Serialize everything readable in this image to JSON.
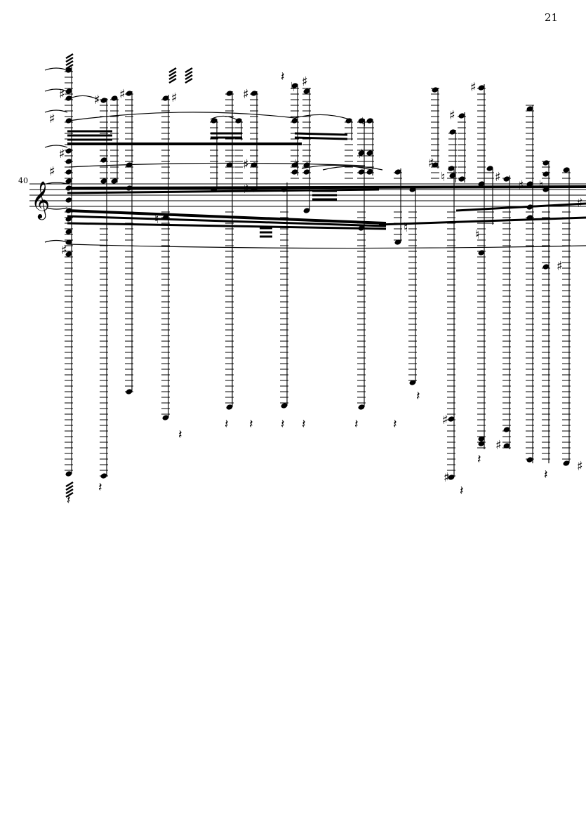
{
  "page": {
    "number": "21"
  },
  "system": {
    "measure_number": "40",
    "clef": "treble"
  }
}
